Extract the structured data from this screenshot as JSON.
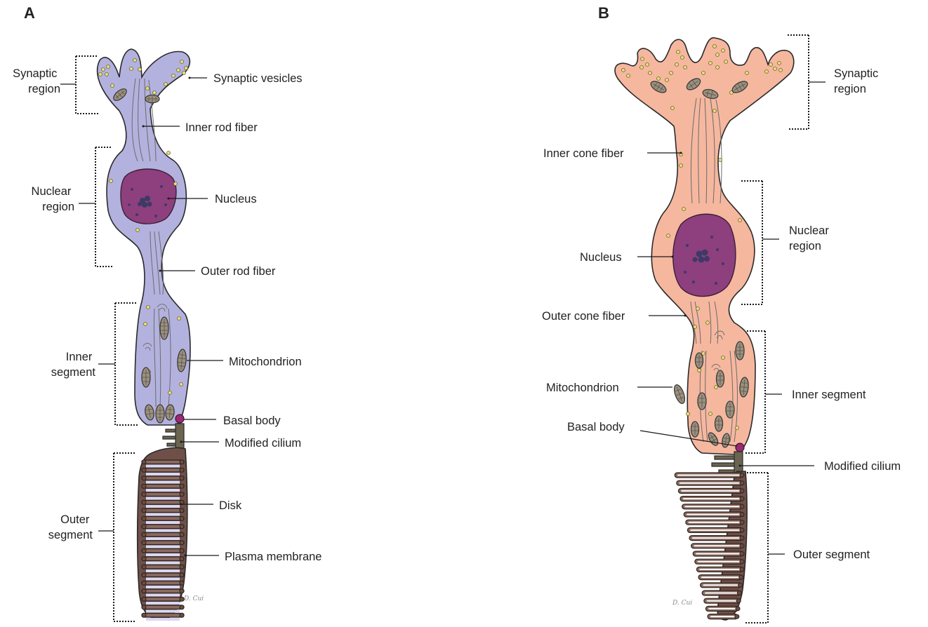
{
  "panel_a": {
    "letter": "A",
    "labels": {
      "synaptic_region": [
        "Synaptic",
        "region"
      ],
      "synaptic_vesicles": "Synaptic vesicles",
      "inner_rod_fiber": "Inner rod fiber",
      "nuclear_region": [
        "Nuclear",
        "region"
      ],
      "nucleus": "Nucleus",
      "outer_rod_fiber": "Outer rod fiber",
      "inner_segment": [
        "Inner",
        "segment"
      ],
      "mitochondrion": "Mitochondrion",
      "basal_body": "Basal body",
      "modified_cilium": "Modified cilium",
      "outer_segment": [
        "Outer",
        "segment"
      ],
      "disk": "Disk",
      "plasma_membrane": "Plasma membrane"
    },
    "signature": "D. Cui"
  },
  "panel_b": {
    "letter": "B",
    "labels": {
      "synaptic_region": [
        "Synaptic",
        "region"
      ],
      "inner_cone_fiber": "Inner cone fiber",
      "nuclear_region": [
        "Nuclear",
        "region"
      ],
      "nucleus": "Nucleus",
      "outer_cone_fiber": "Outer cone fiber",
      "inner_segment": "Inner segment",
      "mitochondrion": "Mitochondrion",
      "basal_body": "Basal body",
      "modified_cilium": "Modified cilium",
      "outer_segment": "Outer segment"
    },
    "signature": "D. Cui"
  },
  "colors": {
    "rod_cytoplasm": "#b3b2de",
    "cone_cytoplasm": "#f6b79f",
    "nucleus": "#8e3f7d",
    "mitochondrion": "#9b9180",
    "outer_segment_membrane": "#6f5048",
    "disk": "#8a6a5e",
    "basal_body": "#9a2a74",
    "cilium": "#6a6450",
    "vesicle": "#e8df7a"
  }
}
